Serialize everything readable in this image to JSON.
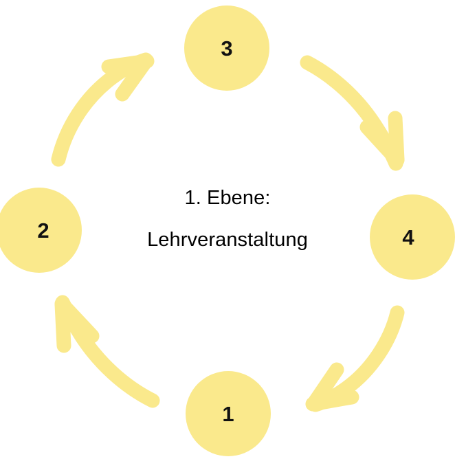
{
  "diagram": {
    "type": "cycle",
    "direction": "counterclockwise",
    "background_color": "#ffffff",
    "accent_color": "#fae98c",
    "text_color": "#000000",
    "center": {
      "line1": "1. Ebene:",
      "line2": "Lehrveranstaltung"
    },
    "nodes": [
      {
        "id": "node-3",
        "label": "3",
        "position": "top"
      },
      {
        "id": "node-2",
        "label": "2",
        "position": "left"
      },
      {
        "id": "node-4",
        "label": "4",
        "position": "right"
      },
      {
        "id": "node-1",
        "label": "1",
        "position": "bottom"
      }
    ],
    "arrows": [
      {
        "id": "arrow-2-to-3",
        "from": "2",
        "to": "3",
        "direction": "up-right",
        "quadrant": "top-left"
      },
      {
        "id": "arrow-3-to-4",
        "from": "3",
        "to": "4",
        "direction": "down-right",
        "quadrant": "top-right"
      },
      {
        "id": "arrow-4-to-1",
        "from": "4",
        "to": "1",
        "direction": "down-left",
        "quadrant": "bottom-right"
      },
      {
        "id": "arrow-1-to-2",
        "from": "1",
        "to": "2",
        "direction": "up-left",
        "quadrant": "bottom-left"
      }
    ]
  }
}
